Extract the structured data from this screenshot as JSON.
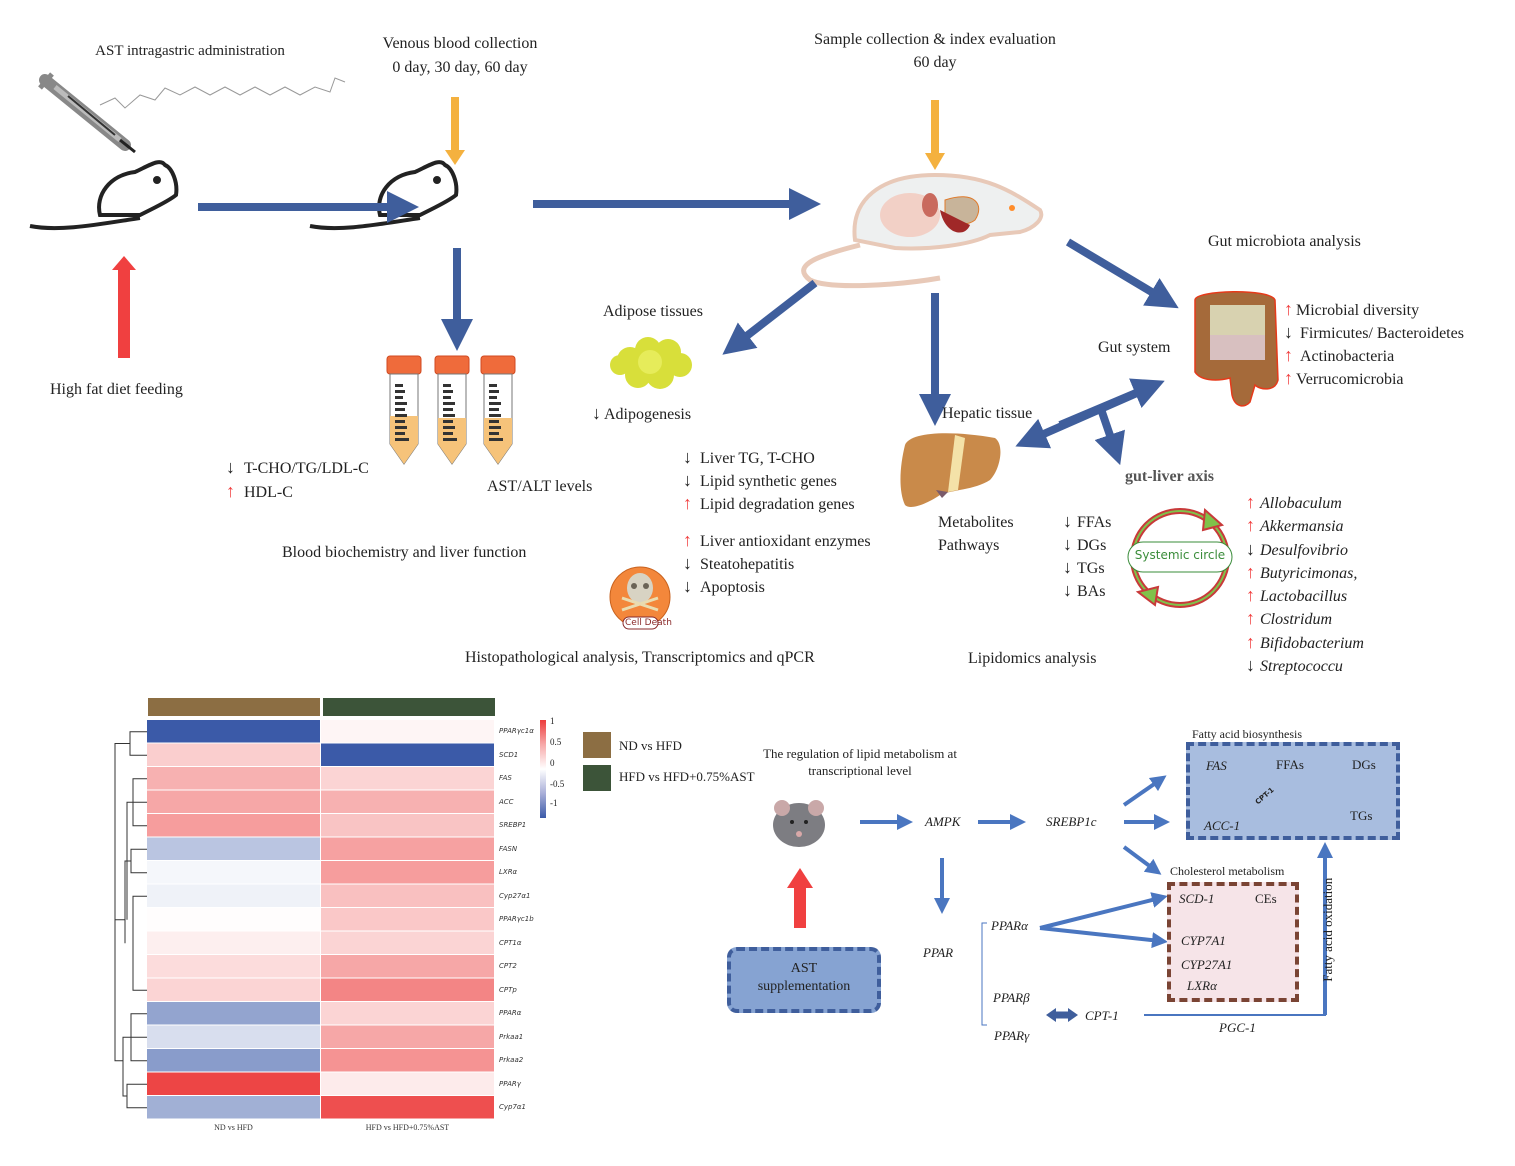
{
  "workflow": {
    "step1_label": "AST  intragastric administration",
    "step2_label_line1": "Venous blood collection",
    "step2_label_line2": "0 day, 30 day, 60 day",
    "step3_label_line1": "Sample collection & index evaluation",
    "step3_label_line2": "60 day",
    "diet_label": "High fat diet feeding"
  },
  "blood": {
    "items": [
      {
        "direction": "down",
        "text": "T-CHO/TG/LDL-C"
      },
      {
        "direction": "up",
        "text": "HDL-C"
      }
    ],
    "tube_label": "AST/ALT levels",
    "section_title": "Blood biochemistry and liver function"
  },
  "adipose": {
    "title": "Adipose tissues",
    "items": [
      {
        "direction": "down",
        "text": "Adipogenesis"
      }
    ]
  },
  "histo": {
    "items": [
      {
        "direction": "down",
        "text": "Liver TG, T-CHO"
      },
      {
        "direction": "down",
        "text": "Lipid synthetic genes"
      },
      {
        "direction": "up",
        "text": "Lipid degradation genes"
      },
      {
        "direction": "up",
        "text": "Liver antioxidant  enzymes"
      },
      {
        "direction": "down",
        "text": "Steatohepatitis"
      },
      {
        "direction": "down",
        "text": "Apoptosis"
      }
    ],
    "badge": "Cell Death",
    "section_title": "Histopathological analysis, Transcriptomics and qPCR"
  },
  "hepatic": {
    "title": "Hepatic tissue",
    "sub_line1": "Metabolites",
    "sub_line2": "Pathways"
  },
  "lipidomics": {
    "items": [
      {
        "direction": "down",
        "text": "FFAs"
      },
      {
        "direction": "down",
        "text": "DGs"
      },
      {
        "direction": "down",
        "text": "TGs"
      },
      {
        "direction": "down",
        "text": "BAs"
      }
    ],
    "section_title": "Lipidomics analysis"
  },
  "gut": {
    "title": "Gut microbiota analysis",
    "system_label": "Gut system",
    "items": [
      {
        "direction": "up",
        "text": "Microbial diversity"
      },
      {
        "direction": "down",
        "text": "Firmicutes/ Bacteroidetes"
      },
      {
        "direction": "up",
        "text": "Actinobacteria"
      },
      {
        "direction": "up",
        "text": "Verrucomicrobia"
      }
    ],
    "axis_label": "gut-liver axis",
    "circle_label": "Systemic circle",
    "genera": [
      {
        "direction": "up",
        "text": "Allobaculum"
      },
      {
        "direction": "up",
        "text": "Akkermansia"
      },
      {
        "direction": "down",
        "text": "Desulfovibrio"
      },
      {
        "direction": "up",
        "text": "Butyricimonas,"
      },
      {
        "direction": "up",
        "text": "Lactobacillus"
      },
      {
        "direction": "up",
        "text": "Clostridum"
      },
      {
        "direction": "up",
        "text": "Bifidobacterium"
      },
      {
        "direction": "down",
        "text": "Streptococcu"
      }
    ]
  },
  "heatmap": {
    "columns": [
      "ND vs HFD",
      "HFD vs HFD+0.75%AST"
    ],
    "column_colors": [
      "#8c6e43",
      "#3c5439"
    ],
    "rows": [
      {
        "gene": "PPARγc1α",
        "values": [
          -1.0,
          0.05
        ]
      },
      {
        "gene": "SCD1",
        "values": [
          0.25,
          -1.05
        ]
      },
      {
        "gene": "FAS",
        "values": [
          0.4,
          0.22
        ]
      },
      {
        "gene": "ACC",
        "values": [
          0.45,
          0.4
        ]
      },
      {
        "gene": "SREBP1",
        "values": [
          0.5,
          0.3
        ]
      },
      {
        "gene": "FASN",
        "values": [
          -0.35,
          0.48
        ]
      },
      {
        "gene": "LXRα",
        "values": [
          -0.05,
          0.5
        ]
      },
      {
        "gene": "Cyp27α1",
        "values": [
          -0.08,
          0.32
        ]
      },
      {
        "gene": "PPARγc1b",
        "values": [
          0.01,
          0.28
        ]
      },
      {
        "gene": "CPT1α",
        "values": [
          0.08,
          0.22
        ]
      },
      {
        "gene": "CPT2",
        "values": [
          0.18,
          0.45
        ]
      },
      {
        "gene": "CPTp",
        "values": [
          0.22,
          0.62
        ]
      },
      {
        "gene": "PPARα",
        "values": [
          -0.55,
          0.22
        ]
      },
      {
        "gene": "Prkaa1",
        "values": [
          -0.2,
          0.45
        ]
      },
      {
        "gene": "Prkaa2",
        "values": [
          -0.6,
          0.55
        ]
      },
      {
        "gene": "PPARγ",
        "values": [
          0.95,
          0.1
        ]
      },
      {
        "gene": "Cyp7α1",
        "values": [
          -0.48,
          0.9
        ]
      }
    ],
    "colorbar_ticks": [
      "1",
      "0.5",
      "0",
      "-0.5",
      "-1"
    ],
    "legend": [
      {
        "label": "ND vs HFD",
        "color": "#8c6e43"
      },
      {
        "label": "HFD vs HFD+0.75%AST",
        "color": "#3c5439"
      }
    ]
  },
  "pathway": {
    "title_line1": "The regulation of lipid metabolism at",
    "title_line2": "transcriptional level",
    "supplement_line1": "AST",
    "supplement_line2": "supplementation",
    "ampk": "AMPK",
    "srebp": "SREBP1c",
    "ppar": "PPAR",
    "ppar_alpha": "PPARα",
    "ppar_beta": "PPARβ",
    "ppar_gamma": "PPARγ",
    "cpt1": "CPT-1",
    "pgc1": "PGC-1",
    "fa_oxidation": "Fatty acid oxidation",
    "fa_box": {
      "title": "Fatty acid biosynthesis",
      "fas": "FAS",
      "ffas": "FFAs",
      "dgs": "DGs",
      "tgs": "TGs",
      "acc1": "ACC-1",
      "cpt1_tag": "CPT-1"
    },
    "chol_box": {
      "title": "Cholesterol metabolism",
      "scd1": "SCD-1",
      "ces": "CEs",
      "cyp7a1": "CYP7A1",
      "cyp27a1": "CYP27A1",
      "lxra": "LXRα"
    }
  },
  "colors": {
    "arrow_blue": "#3f5e9c",
    "arrow_orange": "#f4b13f",
    "arrow_red": "#f04040",
    "path_blue": "#4a76c0"
  }
}
